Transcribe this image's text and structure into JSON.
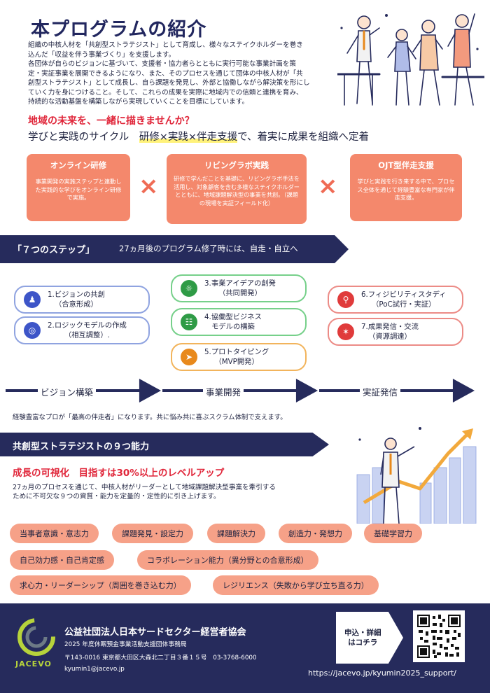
{
  "header": {
    "title": "本プログラムの紹介",
    "intro_lines": [
      "組織の中核人材を「共創型ストラテジスト」として育成し、様々なステイクホルダーを巻き",
      "込んだ「収益を伴う事業づくり」を支援します。",
      "各団体が自らのビジョンに基づいて、支援者・協力者らとともに実行可能な事業計画を策",
      "定・実証事業を展開できるようになり、また、そのプロセスを通じて団体の中核人材が「共",
      "創型ストラテジスト」として成長し、自ら課題を発見し、外部と協働しながら解決策を形にし",
      "ていく力を身につけること。そして、これらの成果を実際に地域内での信頼と連携を育み、",
      "持続的な活動基盤を構築しながら実現していくことを目標にしています。"
    ],
    "catch": "地域の未来を、一緒に描きませんか？",
    "subcatch_a": "学びと実践のサイクル　",
    "subcatch_hl": "研修×実践×伴走支援",
    "subcatch_b": "で、着実に成果を組織へ定着"
  },
  "cards": [
    {
      "title": "オンライン研修",
      "body": "事業開発の実施ステップと連動した実践的な学びをオンライン研修で実施。"
    },
    {
      "title": "リビングラボ実践",
      "body": "研修で学んだことを基礎に、リビングラボ手法を活用し、対象顧客を含む多様なステイクホルダーとともに、地域課題解決型の事業を共創。（課題の現場を実証フィールド化）"
    },
    {
      "title": "OJT型伴走支援",
      "body": "学びと実践を行き来する中で、プロセス全体を通じて経験豊富な専門家が伴走支援。"
    }
  ],
  "cross_symbol": "×",
  "steps_banner": {
    "title": "「７つのステップ」",
    "subtitle": "27ヵ月後のプログラム修了時には、自走・自立へ"
  },
  "steps": [
    {
      "line1": "1.ビジョンの共創",
      "line2": "（合意形成）",
      "icon": "people-icon"
    },
    {
      "line1": "2.ロジックモデルの作成",
      "line2": "（相互調整）.",
      "icon": "target-icon"
    },
    {
      "line1": "3.事業アイデアの創発",
      "line2": "（共同開発）",
      "icon": "lightbulb-icon"
    },
    {
      "line1": "4.協働型ビジネス",
      "line2": "モデルの構築",
      "icon": "book-icon"
    },
    {
      "line1": "5.プロトタイピング",
      "line2": "（MVP開発）",
      "icon": "rocket-icon"
    },
    {
      "line1": "6.フィジビリティスタディ",
      "line2": "（PoC試行・実証）",
      "icon": "search-icon"
    },
    {
      "line1": "7.成果発信・交流",
      "line2": "（資源調達）",
      "icon": "share-icon"
    }
  ],
  "phases": [
    "ビジョン構築",
    "事業開発",
    "実証発信"
  ],
  "scrum_text": "経験豊富なプロが「最高の伴走者」になります。共に悩み共に喜ぶスクラム体制で支えます。",
  "abilities_banner": "共創型ストラテジストの９つ能力",
  "growth": {
    "headline": "成長の可視化　目指すは30%以上のレベルアップ",
    "desc": "27ヵ月のプロセスを通じて、中核人材がリーダーとして地域課題解決型事業を牽引するために不可欠な９つの資質・能力を定量的・定性的に引き上げます。"
  },
  "abilities": [
    "当事者意識・意志力",
    "課題発見・設定力",
    "課題解決力",
    "創造力・発想力",
    "基礎学習力",
    "自己効力感・自己肯定感",
    "コラボレーション能力（異分野との合意形成）",
    "求心力・リーダーシップ（周囲を巻き込む力）",
    "レジリエンス（失敗から学び立ち直る力）"
  ],
  "footer": {
    "logo_text": "JACEVO",
    "org": "公益社団法人日本サードセクター経営者協会",
    "sub": "2025 年度休眠預金事業活動支援団体事務局",
    "address": "〒143-0016 東京都大田区大森北二丁目３番１５号　03-3768-6000",
    "mail": "kyumin1@jacevo.jp",
    "apply_line1": "申込・詳細",
    "apply_line2": "はコチラ",
    "url": "https://jacevo.jp/kyumin2025_support/"
  },
  "colors": {
    "navy": "#262b5c",
    "accent_red": "#e0263a",
    "card_coral": "#f4886c",
    "pill_salmon": "#f6a188",
    "logo_green": "#b7d33b"
  }
}
